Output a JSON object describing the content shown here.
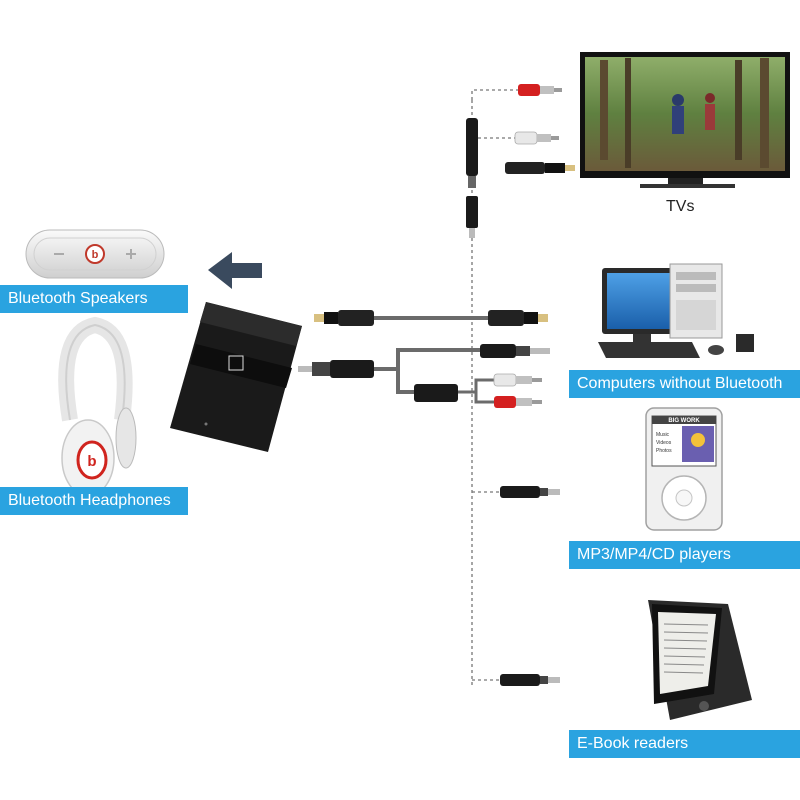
{
  "labels": {
    "tvs": "TVs",
    "bluetooth_speakers": "Bluetooth Speakers",
    "bluetooth_headphones": "Bluetooth Headphones",
    "computers": "Computers without Bluetooth",
    "mp3_players": "MP3/MP4/CD players",
    "ebook_readers": "E-Book readers"
  },
  "devices": {
    "ipod_brand": "BIG WORK"
  },
  "colors": {
    "label_bar": "#2aa3e0",
    "device_body": "#1a1a1a",
    "cable": "#6b6b6b",
    "rca_red": "#d42020",
    "rca_white": "#e8e8e8"
  }
}
